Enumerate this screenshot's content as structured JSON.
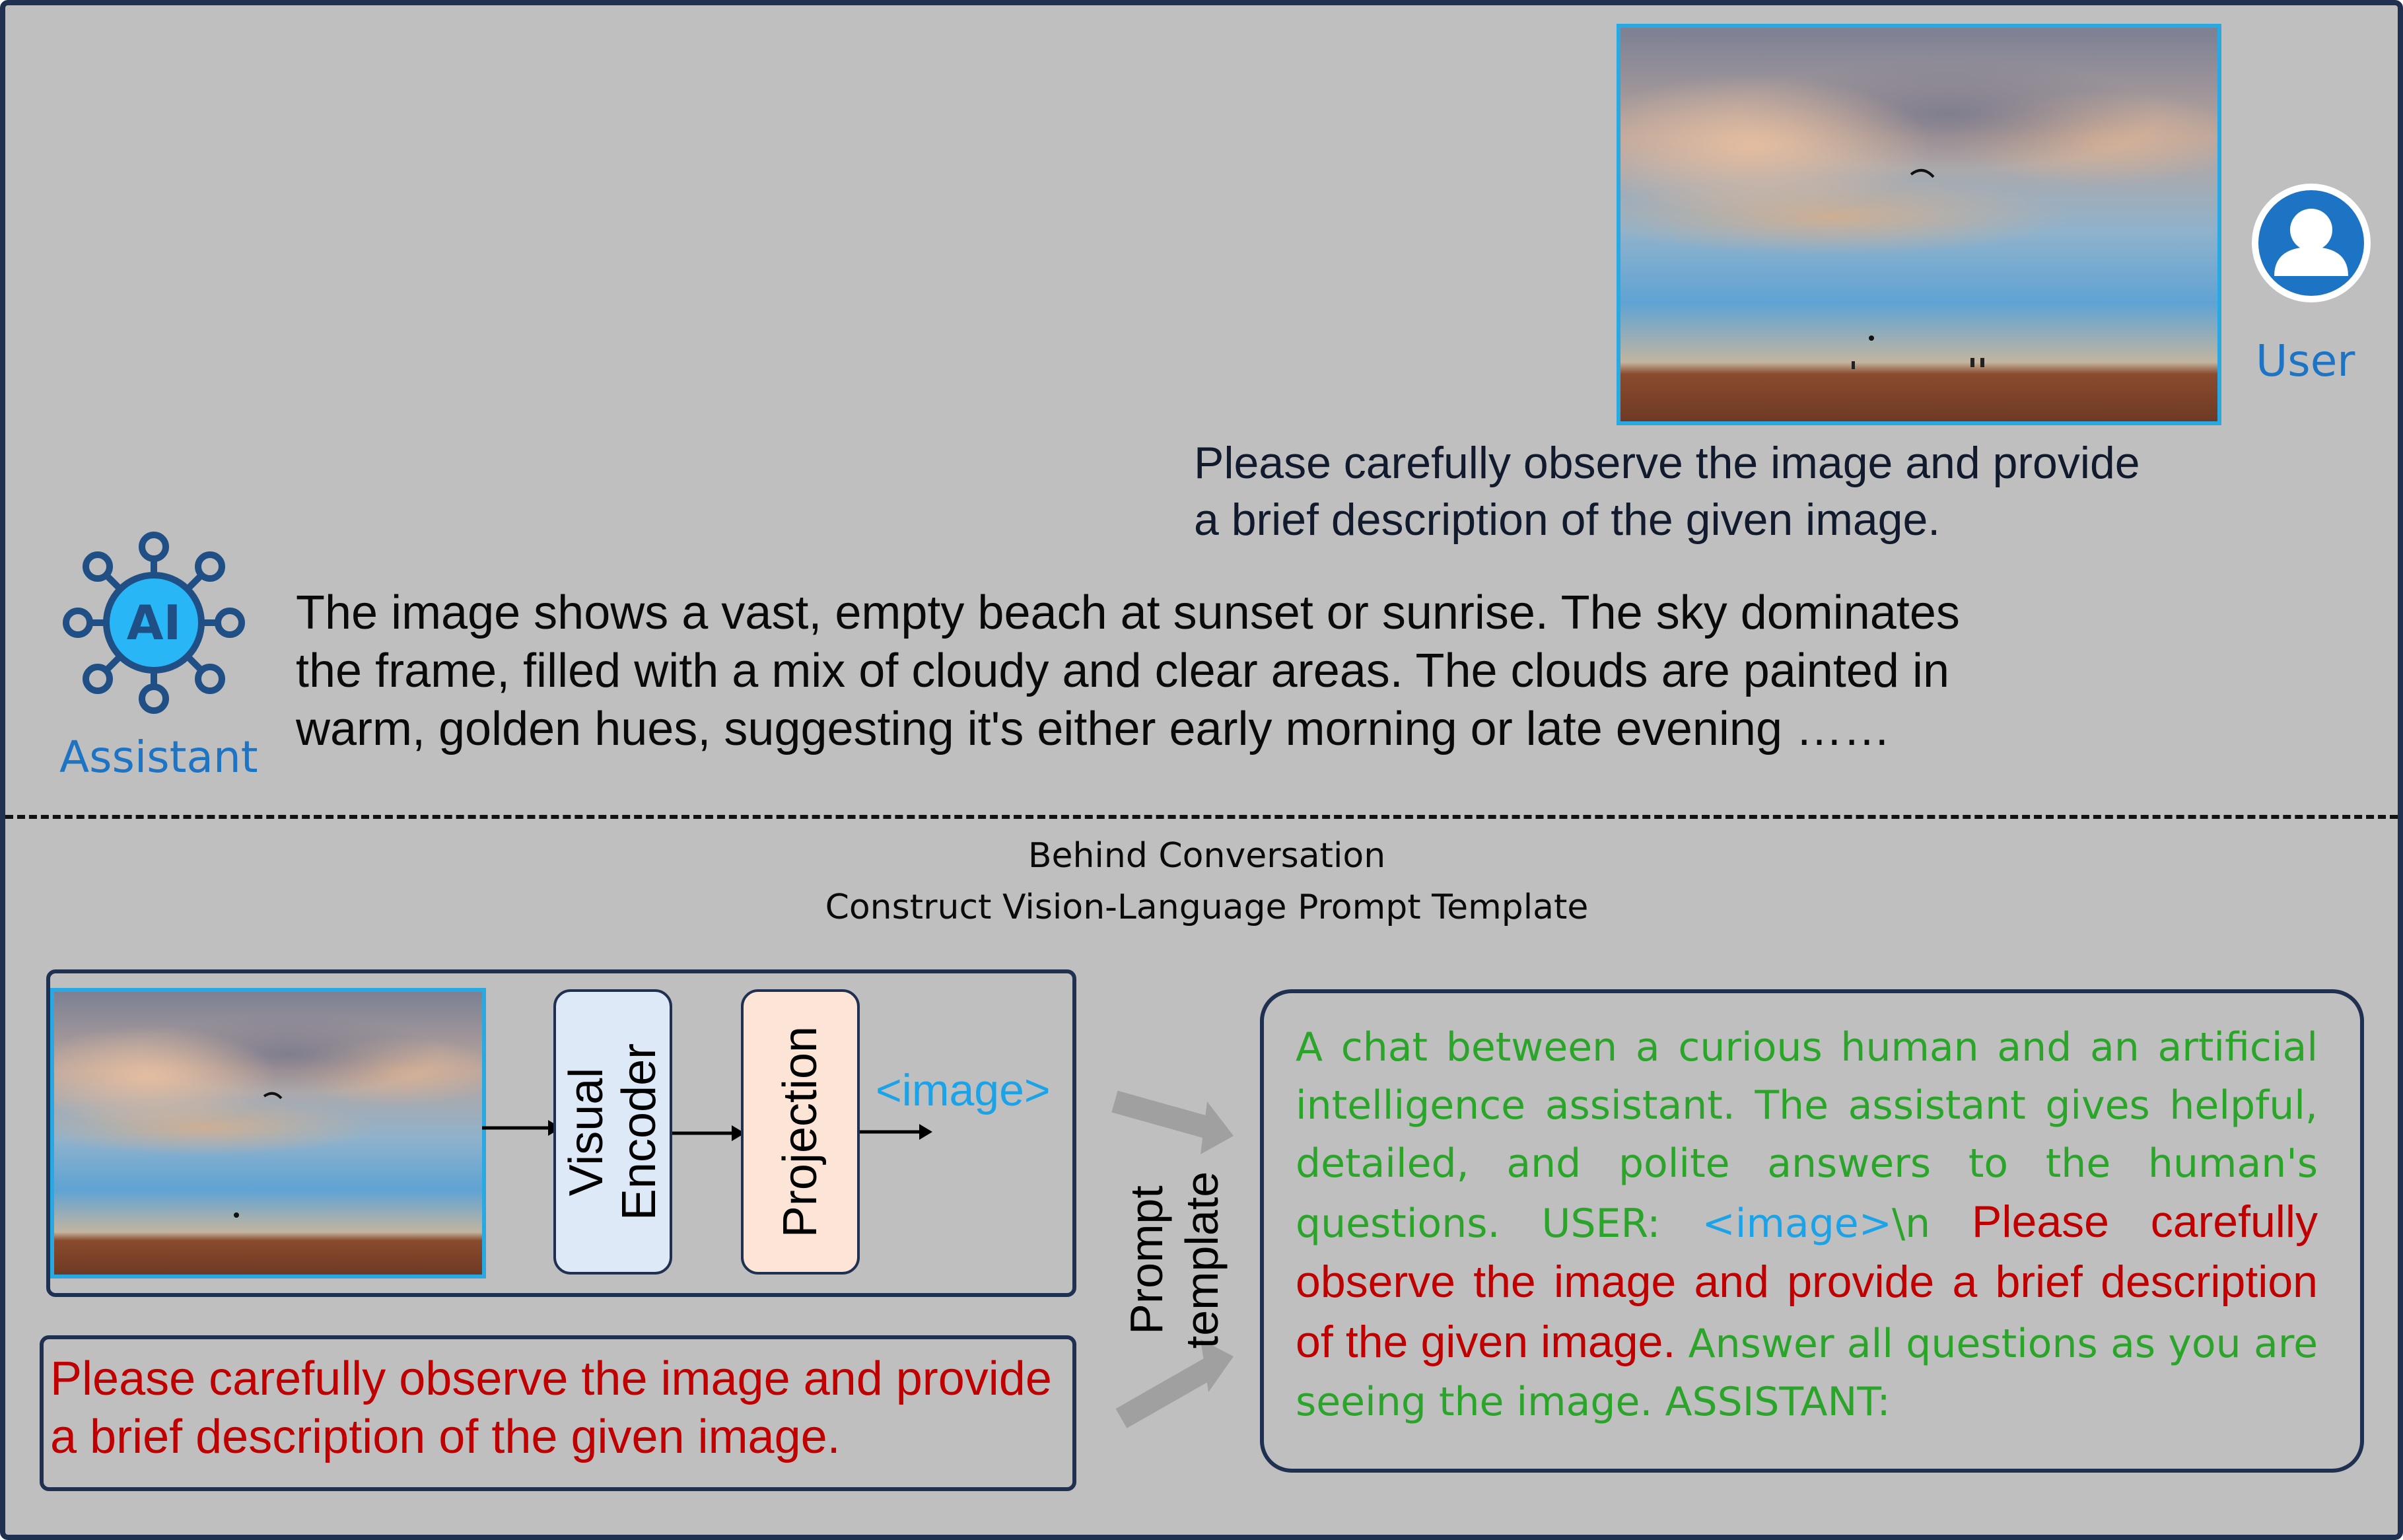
{
  "conversation": {
    "user_label": "User",
    "user_prompt_line1": "Please carefully observe the image and provide",
    "user_prompt_line2": "a brief description of the given image.",
    "assistant_label": "Assistant",
    "ai_icon_text": "AI",
    "assistant_line1": "The image shows a vast, empty beach at sunset or sunrise. The sky dominates",
    "assistant_line2": "the frame, filled with a mix of cloudy and clear areas. The clouds are painted in",
    "assistant_line3": "warm, golden hues, suggesting it's either early morning or late evening ……"
  },
  "behind": {
    "title": "Behind Conversation",
    "subtitle": "Construct Vision-Language Prompt Template"
  },
  "pipeline": {
    "encoder_line1": "Visual",
    "encoder_line2": "Encoder",
    "projection": "Projection",
    "image_token": "<image>",
    "prompt_template_line1": "Prompt",
    "prompt_template_line2": "template",
    "question_line1": "Please carefully observe the image and provide",
    "question_line2": "a brief description of the given image."
  },
  "template": {
    "system_text": "A chat between a curious human and an artificial intelligence assistant. The assistant gives helpful, detailed, and polite answers to the human's questions. USER: ",
    "image_token": "<image>",
    "newline_token": "\\n",
    "question_text": " Please carefully observe the image and provide a brief description of the given image.",
    "answer_text": " Answer all questions as you are seeing the image. ASSISTANT:"
  },
  "colors": {
    "background": "#bfbfbf",
    "border": "#1f3050",
    "user_blue": "#1e74c4",
    "image_border": "#29a9e1",
    "question_red": "#c00000",
    "system_green": "#2aa52a",
    "token_blue": "#1aa3e8",
    "encoder_fill": "#dde9f7",
    "projection_fill": "#fce4d6"
  },
  "icons": [
    "user-avatar-icon",
    "ai-network-icon",
    "arrow-right-icon",
    "prompt-arrow-icon"
  ]
}
